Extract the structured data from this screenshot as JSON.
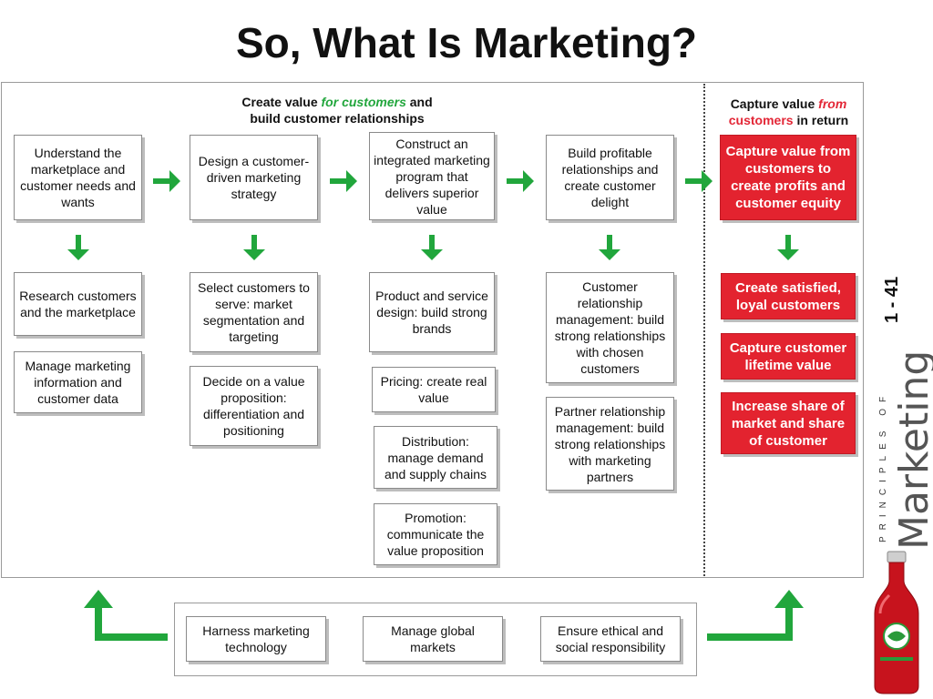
{
  "title": "So, What Is Marketing?",
  "header_left": {
    "line1_a": "Create value ",
    "line1_b": "for customers",
    "line1_c": " and",
    "line2": "build customer relationships"
  },
  "header_right": {
    "line1_a": "Capture value ",
    "line1_b": "from",
    "line2_a": "customers",
    "line2_b": " in return"
  },
  "columns": [
    {
      "top": "Understand the marketplace and customer needs and wants",
      "subs": [
        "Research customers and the marketplace",
        "Manage marketing information and customer data"
      ]
    },
    {
      "top": "Design a customer-driven marketing strategy",
      "subs": [
        "Select customers to serve: market segmentation and targeting",
        "Decide on a value proposition: differentiation and positioning"
      ]
    },
    {
      "top": "Construct an integrated marketing program that delivers superior value",
      "subs": [
        "Product and service design: build strong brands",
        "Pricing: create real value",
        "Distribution: manage demand and supply chains",
        "Promotion: communicate the value proposition"
      ]
    },
    {
      "top": "Build profitable relationships and create customer delight",
      "subs": [
        "Customer relationship management: build strong relationships with chosen customers",
        "Partner relationship management: build strong relationships with marketing partners"
      ]
    },
    {
      "top": "Capture value from customers to create profits and customer equity",
      "subs": [
        "Create satisfied, loyal customers",
        "Capture customer lifetime value",
        "Increase share of market and share of customer"
      ]
    }
  ],
  "bottom": [
    "Harness marketing technology",
    "Manage global markets",
    "Ensure ethical and social responsibility"
  ],
  "slide_number": "1 - 41",
  "book": {
    "subtitle": "PRINCIPLES OF",
    "title": "Marketing"
  },
  "colors": {
    "arrow_green": "#21a63c",
    "red_box": "#e3232f",
    "highlight_red": "#e32636"
  }
}
